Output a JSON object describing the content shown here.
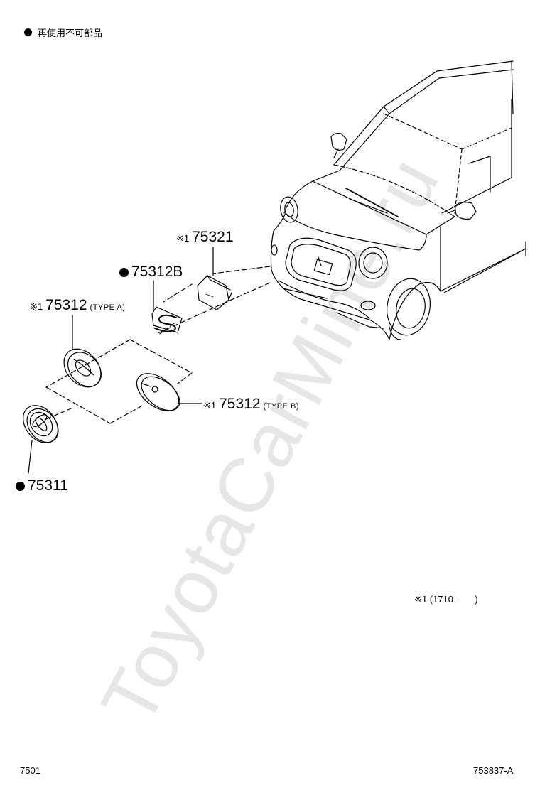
{
  "legend": {
    "text": "再使用不可部品"
  },
  "parts": {
    "p75321": {
      "mark": "※1",
      "number": "75321",
      "suffix": ""
    },
    "p75312B": {
      "number": "75312B"
    },
    "p75312A": {
      "mark": "※1",
      "number": "75312",
      "suffix": "(TYPE A)"
    },
    "p75312TB": {
      "mark": "※1",
      "number": "75312",
      "suffix": "(TYPE B)"
    },
    "p75311": {
      "number": "75311"
    }
  },
  "note": {
    "text": "※1 (1710-　　)"
  },
  "footer": {
    "left": "7501",
    "right": "753837-A"
  },
  "watermark": "ToyotaCarMine.ru"
}
